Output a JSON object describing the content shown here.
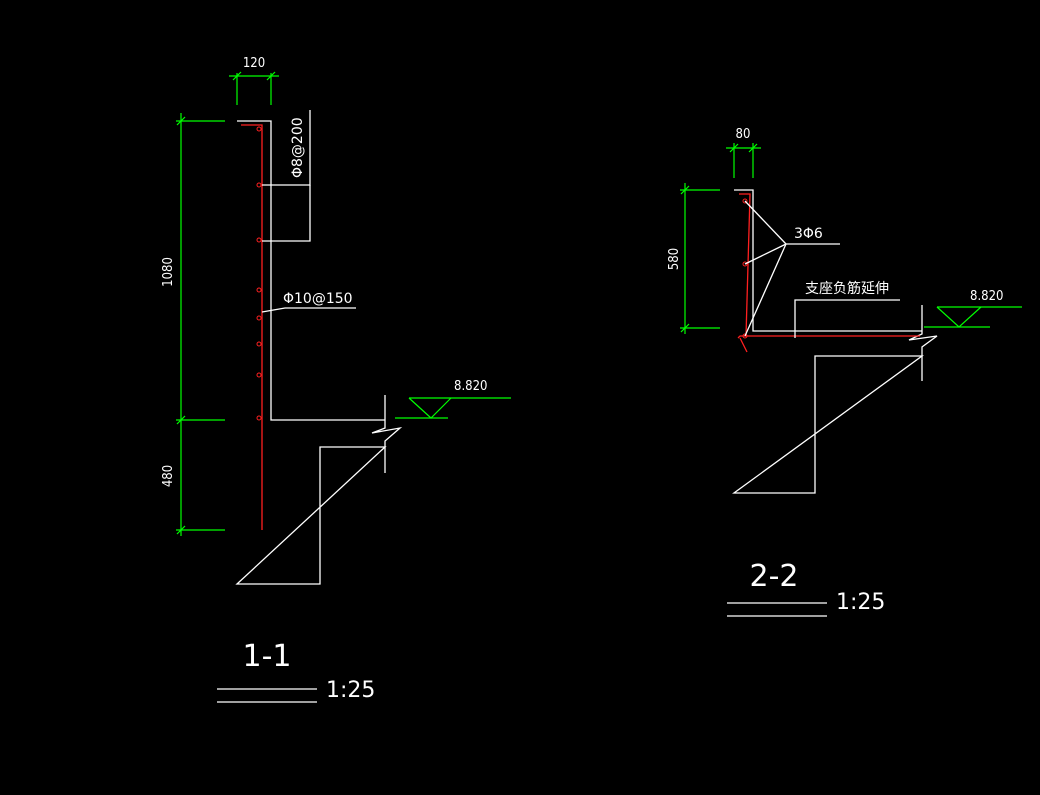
{
  "section_1": {
    "dims": {
      "width": "120",
      "upper_height": "1080",
      "lower_height": "480"
    },
    "rebar_labels": {
      "horizontal_bars": "Φ8@200",
      "vertical_bars": "Φ10@150"
    },
    "elevation": "8.820",
    "title": "1-1",
    "scale": "1:25"
  },
  "section_2": {
    "dims": {
      "width": "80",
      "height": "580"
    },
    "rebar_labels": {
      "bars": "3Φ6",
      "note": "支座负筋延伸"
    },
    "elevation": "8.820",
    "title": "2-2",
    "scale": "1:25"
  },
  "colors": {
    "background": "#000000",
    "outline": "#ffffff",
    "dimension": "#00ff00",
    "rebar": "#ff2020"
  }
}
